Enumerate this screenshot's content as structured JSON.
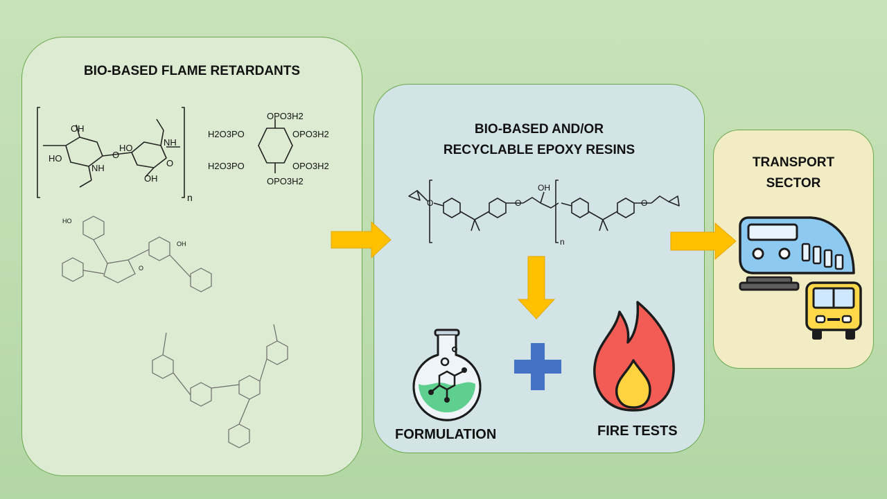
{
  "panels": {
    "flame_retardants": {
      "title": "BIO-BASED FLAME RETARDANTS"
    },
    "epoxy": {
      "title": "BIO-BASED AND/OR\nRECYCLABLE EPOXY RESINS",
      "formulation_label": "FORMULATION",
      "fire_tests_label": "FIRE TESTS"
    },
    "transport": {
      "title": "TRANSPORT\nSECTOR"
    }
  },
  "chemistry": {
    "chitosan": {
      "oh": "OH",
      "ho": "HO",
      "nh": "NH",
      "o": "O",
      "n": "n"
    },
    "phytic": {
      "p1": "OPO3H2",
      "p2": "H2O3PO",
      "p3": "OPO3H2",
      "p4": "H2O3PO",
      "p5": "OPO3H2",
      "p6": "OPO3H2"
    },
    "tannin": {
      "oh": "HO",
      "oh2": "OH",
      "o": "O"
    },
    "epoxy": {
      "oh": "OH",
      "o": "O",
      "n": "n"
    }
  },
  "colors": {
    "arrow": "#ffc000",
    "plus": "#4472c4",
    "flask_liquid": "#5fcf8f",
    "flame_outer": "#f25c54",
    "flame_inner": "#ffd23f",
    "train_body": "#8ec9f2",
    "bus_body": "#ffd94a"
  },
  "icons": [
    "arrow-right-icon",
    "arrow-down-icon",
    "flask-icon",
    "plus-icon",
    "flame-icon",
    "train-icon",
    "bus-icon"
  ]
}
